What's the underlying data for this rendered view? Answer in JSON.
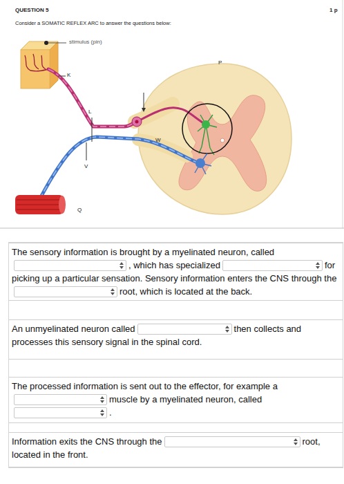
{
  "diagram": {
    "title": "QUESTION 5",
    "nodes": [
      {
        "text": [
          "The sensory information is brought by a myelinated neuron, called",
          ", which has specialized",
          "for picking up a particular sensation. Sensory information enters the CNS through the",
          "root, which is located at the back."
        ]
      },
      {
        "text": [
          "An unmyelinated neuron called",
          "then collects and processes this sensory signal in the spinal cord."
        ]
      },
      {
        "text": [
          "The processed information is sent out to the effector, for example a",
          "muscle by a myelinated neuron, called",
          "."
        ]
      },
      {
        "text": [
          "Information exits the CNS through the",
          "root, located in the front."
        ]
      }
    ],
    "labels": [
      "1 p",
      "Consider a SOMATIC REFLEX ARC to answer the questions below:",
      "stimulus (pin)",
      "K",
      "P",
      "L",
      "W",
      "V",
      "Q"
    ]
  }
}
